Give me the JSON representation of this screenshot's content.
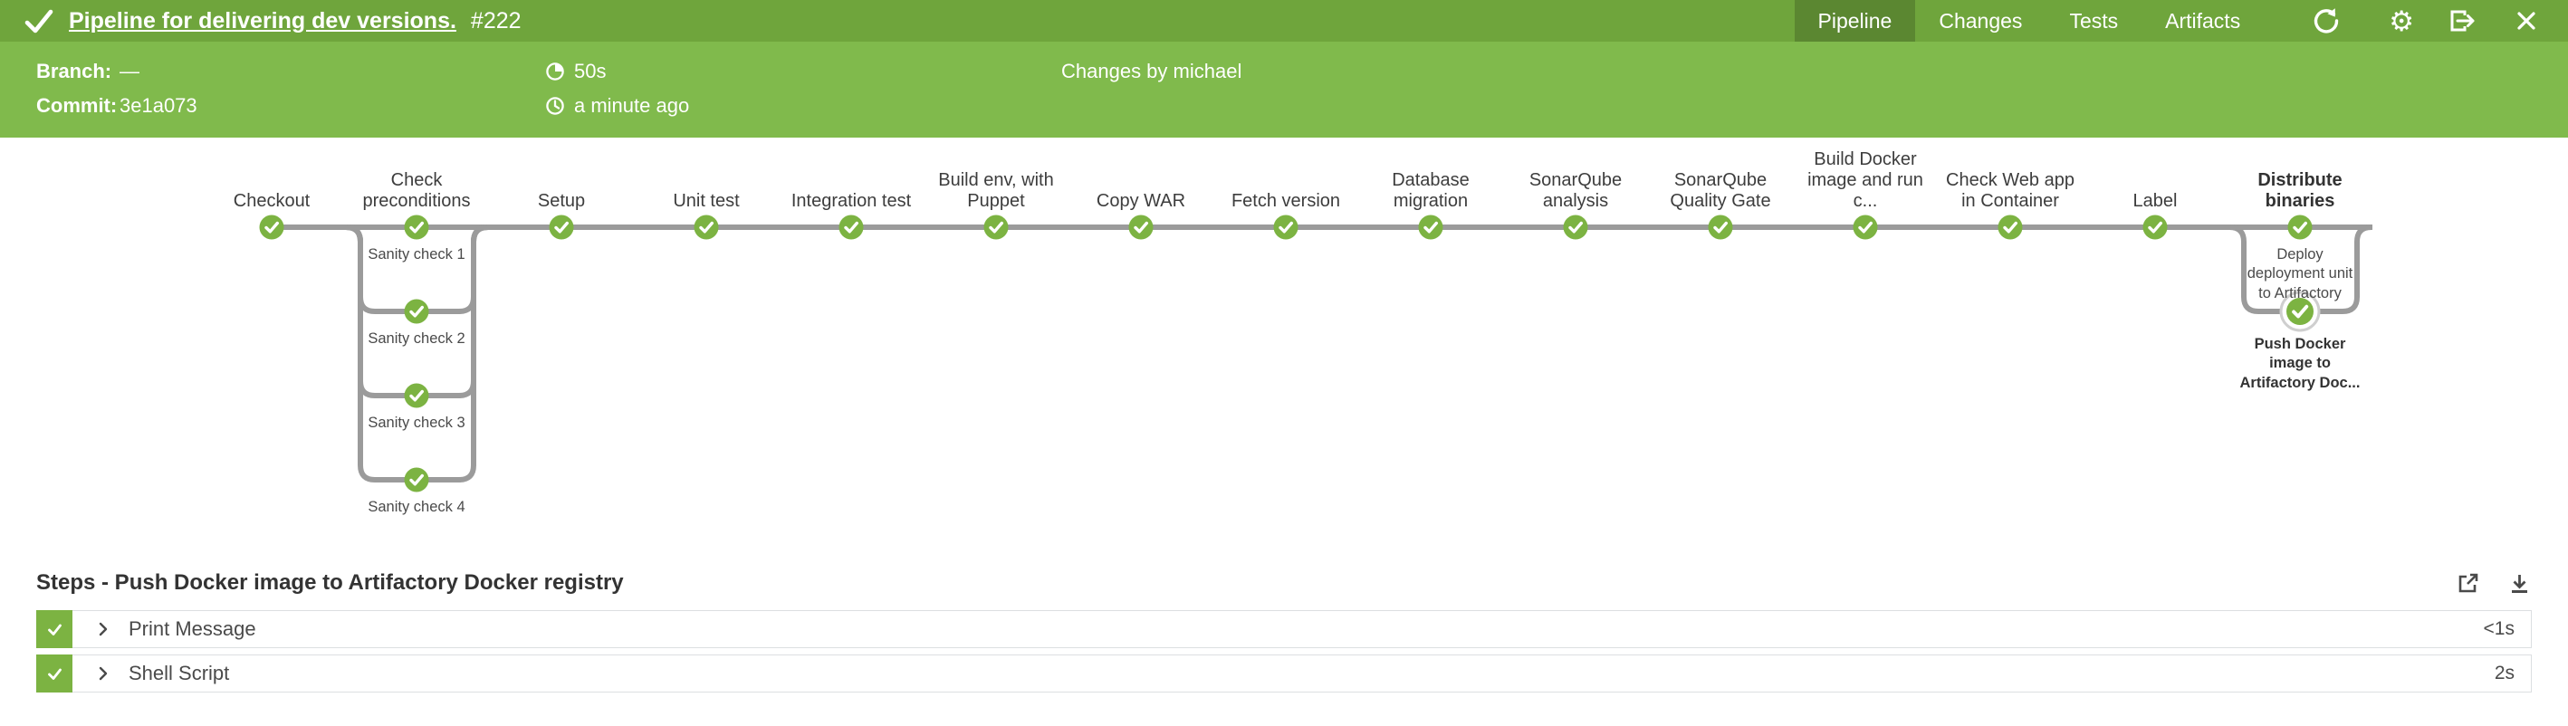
{
  "colors": {
    "header_green": "#6FA53C",
    "info_green": "#80BA4C",
    "success_green": "#7CB342",
    "connector_gray": "#9B9B9B",
    "selected_ring": "#CFCFCF"
  },
  "header": {
    "status_icon": "check-icon",
    "title": "Pipeline for delivering dev versions.",
    "run_number": "#222",
    "tabs": [
      {
        "label": "Pipeline",
        "active": true
      },
      {
        "label": "Changes",
        "active": false
      },
      {
        "label": "Tests",
        "active": false
      },
      {
        "label": "Artifacts",
        "active": false
      }
    ],
    "actions": [
      "rerun-icon",
      "settings-icon",
      "exit-icon",
      "close-icon"
    ]
  },
  "info": {
    "branch_label": "Branch:",
    "branch_value": "—",
    "commit_label": "Commit:",
    "commit_value": "3e1a073",
    "duration": "50s",
    "duration_icon": "stopwatch-icon",
    "time_ago": "a minute ago",
    "time_icon": "clock-icon",
    "changes": "Changes by michael"
  },
  "pipeline": {
    "stages": [
      {
        "name": "Checkout"
      },
      {
        "name": "Check preconditions",
        "parallels": [
          {
            "label": "Sanity check 1"
          },
          {
            "label": "Sanity check 2"
          },
          {
            "label": "Sanity check 3"
          },
          {
            "label": "Sanity check 4"
          }
        ]
      },
      {
        "name": "Setup"
      },
      {
        "name": "Unit test"
      },
      {
        "name": "Integration test"
      },
      {
        "name": "Build env, with Puppet"
      },
      {
        "name": "Copy WAR"
      },
      {
        "name": "Fetch version"
      },
      {
        "name": "Database migration"
      },
      {
        "name": "SonarQube analysis"
      },
      {
        "name": "SonarQube Quality Gate"
      },
      {
        "name": "Build Docker image and run c..."
      },
      {
        "name": "Check Web app in Container"
      },
      {
        "name": "Label"
      },
      {
        "name": "Distribute binaries",
        "selected": true,
        "parallels": [
          {
            "label": "Deploy\ndeployment unit\nto Artifactory"
          },
          {
            "label": "Push Docker\nimage to\nArtifactory Doc...",
            "selected": true
          }
        ]
      }
    ],
    "node_status": "success"
  },
  "steps": {
    "heading": "Steps - Push Docker image to Artifactory Docker registry",
    "icons": [
      "open-in-new-window-icon",
      "download-icon"
    ],
    "rows": [
      {
        "status": "success",
        "label": "Print Message",
        "duration": "<1s"
      },
      {
        "status": "success",
        "label": "Shell Script",
        "duration": "2s"
      }
    ]
  }
}
